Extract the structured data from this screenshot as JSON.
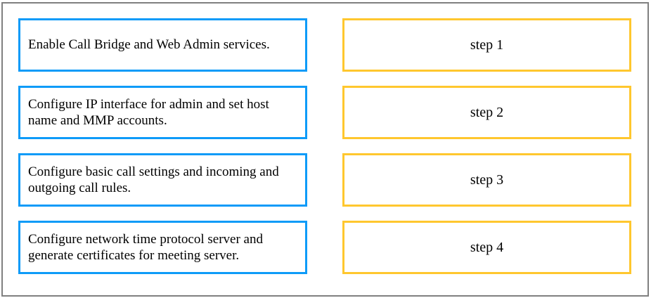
{
  "colors": {
    "background": "#ffffff",
    "frame_border": "#808080",
    "left_box_border": "#0e9bf8",
    "right_box_border": "#ffc72e",
    "text": "#000000"
  },
  "left_items": [
    {
      "text": "Enable Call Bridge and Web Admin services."
    },
    {
      "text": "Configure IP interface for admin and set host name and MMP accounts."
    },
    {
      "text": "Configure basic call settings and incoming and outgoing call rules."
    },
    {
      "text": "Configure network time protocol server and generate certificates for meeting server."
    }
  ],
  "right_items": [
    {
      "text": "step 1"
    },
    {
      "text": "step 2"
    },
    {
      "text": "step 3"
    },
    {
      "text": "step 4"
    }
  ]
}
